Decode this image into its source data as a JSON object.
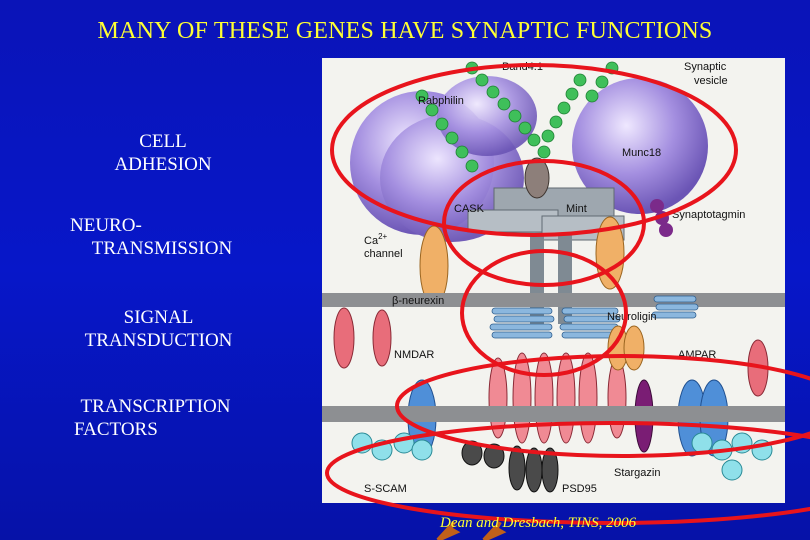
{
  "title": "MANY OF THESE GENES HAVE SYNAPTIC FUNCTIONS",
  "categories": [
    {
      "line1": "CELL",
      "line2": "ADHESION"
    },
    {
      "line1": "NEURO-",
      "line2": "TRANSMISSION"
    },
    {
      "line1": "SIGNAL",
      "line2": "TRANSDUCTION"
    },
    {
      "line1": "TRANSCRIPTION",
      "line2": "FACTORS"
    }
  ],
  "diagram_labels": {
    "band41": "Band4.1",
    "synaptic_vesicle_1": "Synaptic",
    "synaptic_vesicle_2": "vesicle",
    "rabphilin": "Rabphilin",
    "munc18": "Munc18",
    "cask": "CASK",
    "mint": "Mint",
    "synaptotagmin": "Synaptotagmin",
    "ca": "Ca",
    "ca_sup": "2+",
    "channel": "channel",
    "neurexin": "β-neurexin",
    "neuroligin": "Neuroligin",
    "nmdar": "NMDAR",
    "ampar": "AMPAR",
    "stargazin": "Stargazin",
    "scam": "S-SCAM",
    "psd95": "PSD95"
  },
  "citation": "Dean and Dresbach, TINS, 2006",
  "colors": {
    "title": "#ffff33",
    "text": "#ffffff",
    "highlight": "#e8141c",
    "arrow": "#c0601a",
    "vesicle": "#a48fe0",
    "membrane": "#8d8f92"
  }
}
